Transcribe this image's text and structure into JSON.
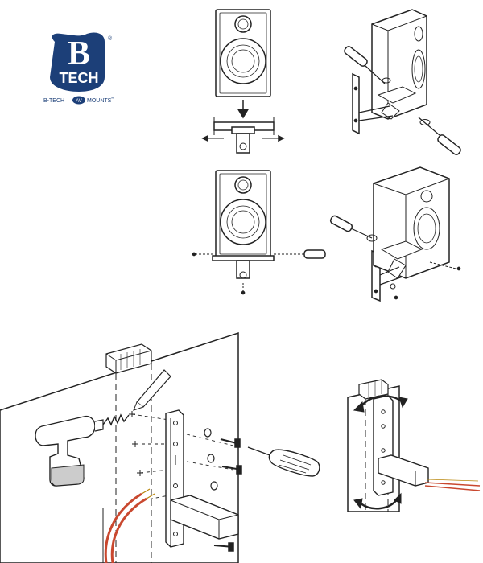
{
  "logo": {
    "brand_letter": "B",
    "brand_name": "TECH",
    "registered_mark": "®",
    "tagline_left": "B-TECH",
    "tagline_badge": "AV",
    "tagline_right": "MOUNTS",
    "trademark": "™",
    "brand_color": "#1c3f78"
  },
  "wire_color": "#c9482f",
  "panels": {
    "step1_front": "speaker front view with bracket sliding onto base",
    "step1_iso": "speaker rear isometric with screwdriver",
    "step2_front": "speaker front view with side screws",
    "step2_iso": "speaker isometric attached to wall arm",
    "step3_wall": "drilling and fixing wall plate",
    "step4_adjust": "arm rotation adjustment"
  }
}
